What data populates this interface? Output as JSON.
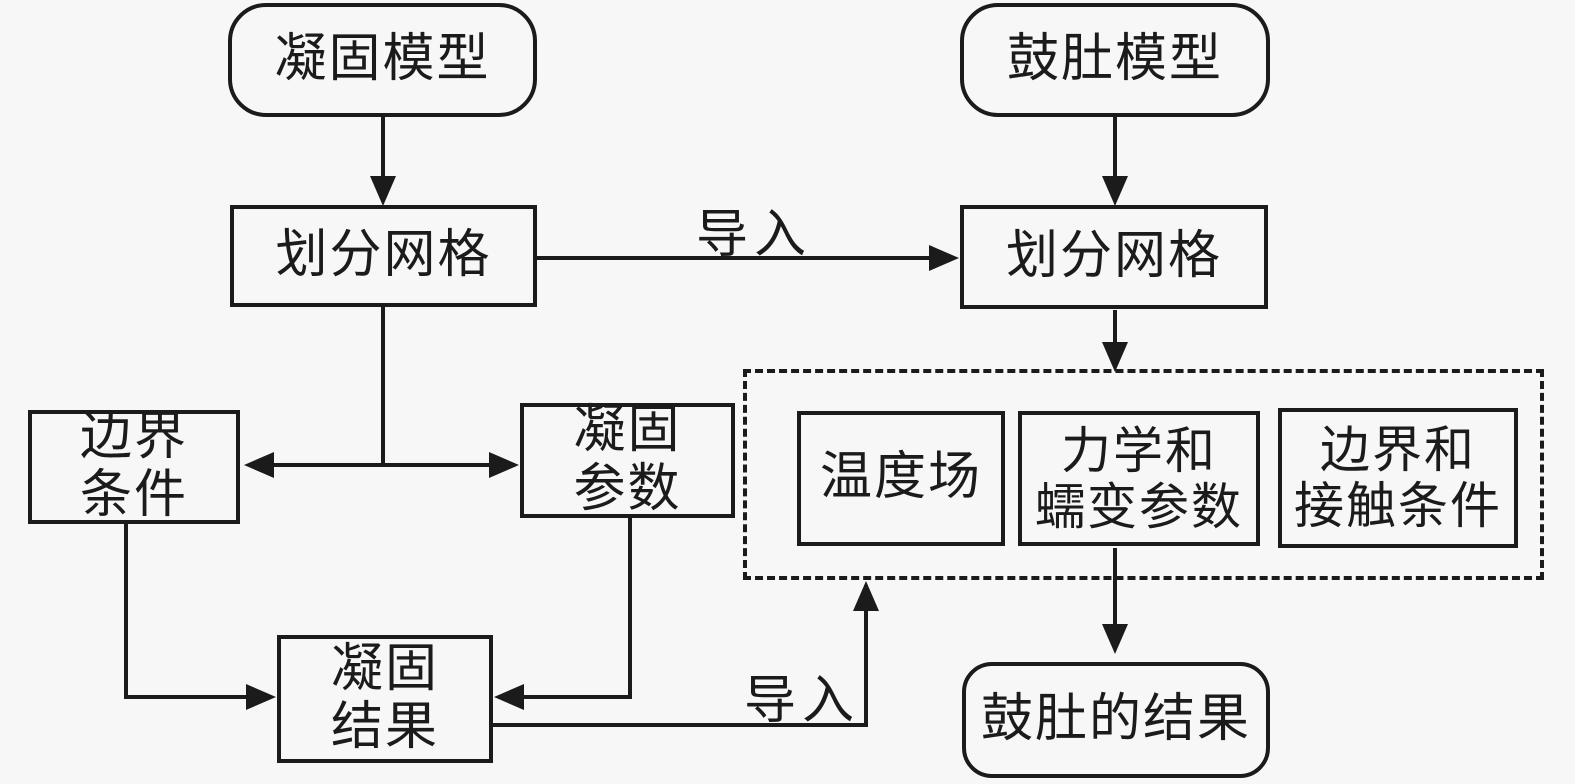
{
  "colors": {
    "background": "#f7f7f7",
    "ink": "#1b1b1b"
  },
  "nodes": {
    "solidification_model": {
      "label": "凝固模型"
    },
    "bulging_model": {
      "label": "鼓肚模型"
    },
    "mesh_left": {
      "label": "划分网格"
    },
    "mesh_right": {
      "label": "划分网格"
    },
    "boundary_conditions": {
      "line1": "边界",
      "line2": "条件"
    },
    "solidification_params": {
      "line1": "凝固",
      "line2": "参数"
    },
    "temperature_field": {
      "label": "温度场"
    },
    "mechanics_creep_params": {
      "line1": "力学和",
      "line2": "蠕变参数"
    },
    "boundary_contact_conditions": {
      "line1": "边界和",
      "line2": "接触条件"
    },
    "solidification_result": {
      "line1": "凝固",
      "line2": "结果"
    },
    "bulging_result": {
      "label": "鼓肚的结果"
    }
  },
  "edge_labels": {
    "import_top": "导入",
    "import_bottom": "导入"
  }
}
